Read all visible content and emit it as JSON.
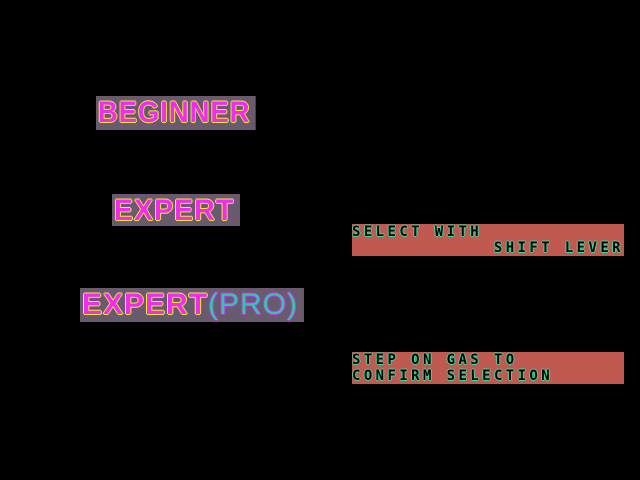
{
  "menu": {
    "beginner": "BEGINNER",
    "expert": "EXPERT",
    "expert_pro_main": "EXPERT",
    "expert_pro_suffix": "(PRO)"
  },
  "instructions": {
    "select_line1": "SELECT WITH",
    "select_line2": "SHIFT LEVER",
    "confirm_line1": "STEP ON GAS TO",
    "confirm_line2": "CONFIRM SELECTION"
  },
  "colors": {
    "background": "#000000",
    "mode_box": "#6a5a6e",
    "mode_text": "#f02cf0",
    "mode_outline": "#f4ec34",
    "pro_text": "#30c8a8",
    "instruction_box": "#c05a50",
    "instruction_text": "#3ad8a0"
  }
}
